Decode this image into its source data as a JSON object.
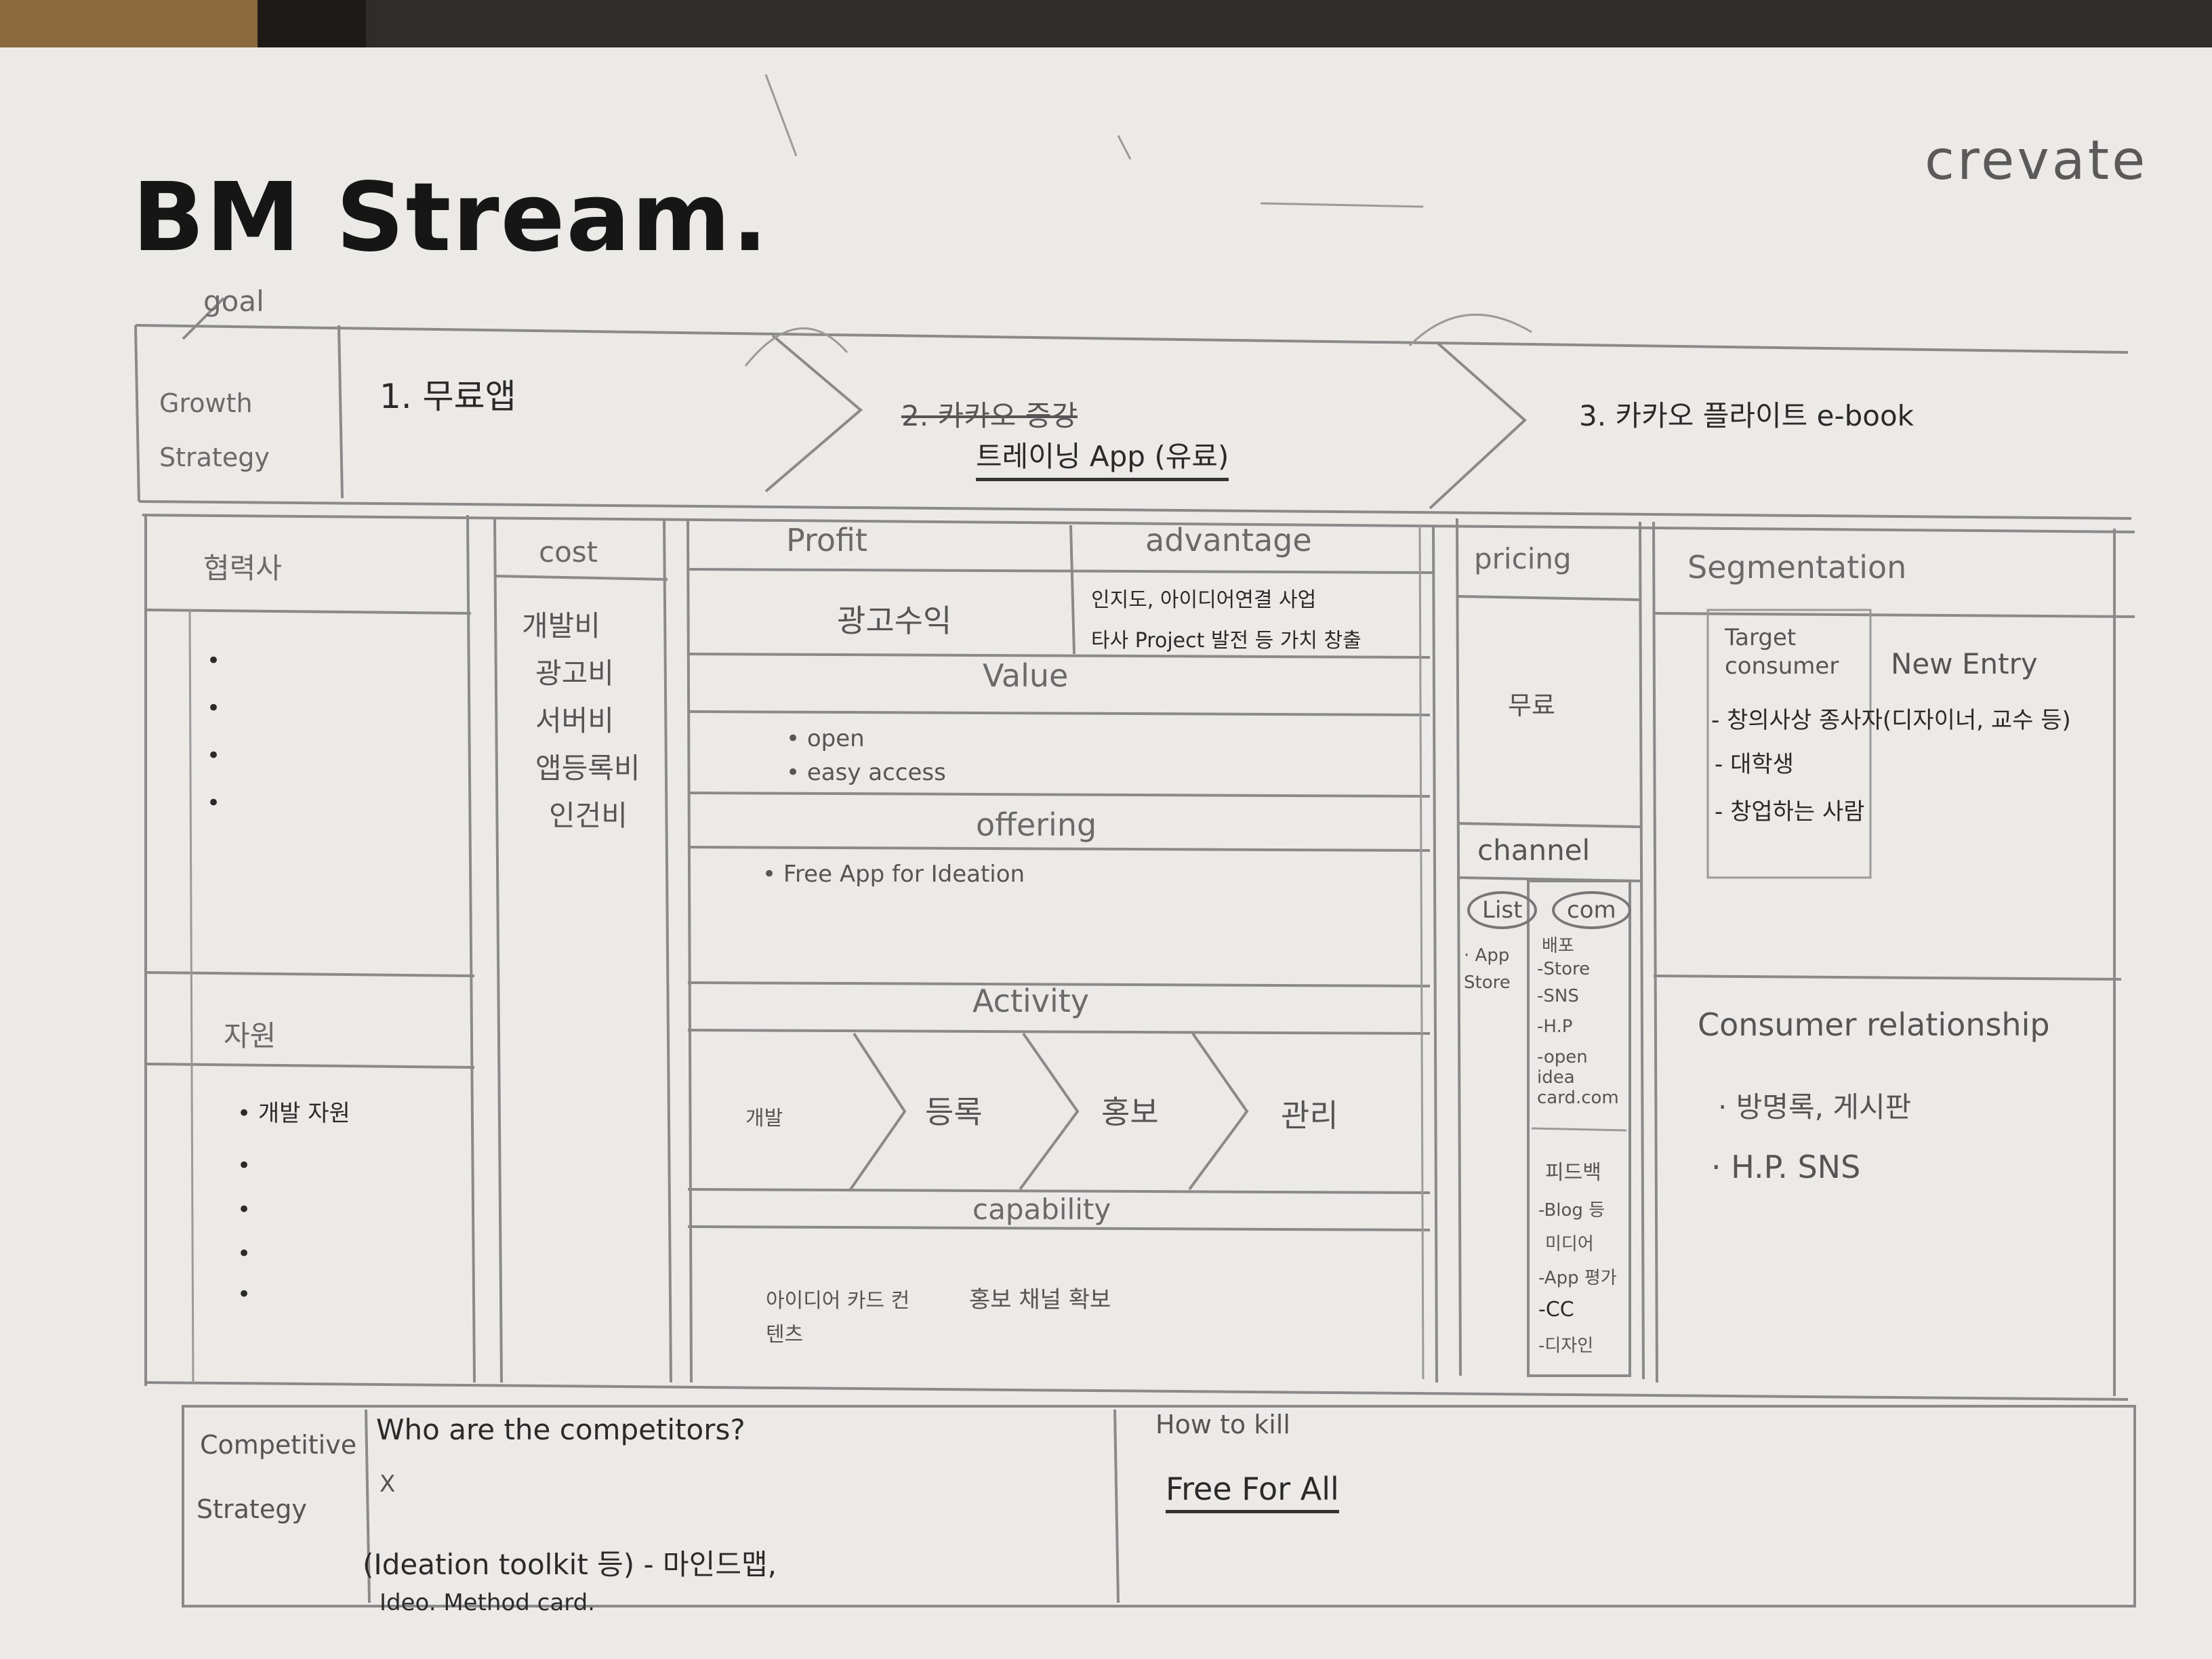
{
  "header": {
    "title": "BM Stream.",
    "logo": "crevate",
    "note": "goal"
  },
  "growth_strategy": {
    "label": "Growth Strategy",
    "steps": [
      {
        "label": "1. 무료앱"
      },
      {
        "label": "2. 카카오 증강",
        "detail": "트레이닝 App (유료)"
      },
      {
        "label": "3. 카카오 플라이트 e-book"
      }
    ]
  },
  "partners": {
    "title": "협력사",
    "bullets": [
      "•",
      "•",
      "•",
      "•"
    ]
  },
  "resources": {
    "title": "자원",
    "items": [
      "• 개발 자원",
      "•",
      "•",
      "•",
      "•"
    ]
  },
  "cost": {
    "title": "cost",
    "items": [
      "개발비",
      "광고비",
      "서버비",
      "앱등록비",
      "인건비"
    ]
  },
  "profit": {
    "title": "Profit",
    "text": "광고수익"
  },
  "advantage": {
    "title": "advantage",
    "text_line1": "인지도, 아이디어연결 사업",
    "text_line2": "타사 Project 발전 등 가치 창출"
  },
  "value": {
    "title": "Value",
    "items": [
      "• open",
      "• easy access"
    ]
  },
  "offering": {
    "title": "offering",
    "items": [
      "• Free App for Ideation"
    ]
  },
  "activity": {
    "title": "Activity",
    "steps": [
      "개발",
      "등록",
      "홍보",
      "관리"
    ]
  },
  "capability": {
    "title": "capability",
    "items": [
      "아이디어 카드 컨텐츠",
      "홍보 채널 확보"
    ]
  },
  "pricing": {
    "title": "pricing",
    "value": "무료"
  },
  "channel": {
    "title": "channel",
    "list_label": "List",
    "com_label": "com",
    "list_items": [
      "· App Store"
    ],
    "com_items": [
      "배포",
      "-Store",
      "-SNS",
      "-H.P",
      "-open idea card.com"
    ],
    "feedback_title": "피드백",
    "feedback_items": [
      "-Blog 등",
      "미디어",
      "-App 평가",
      "-CC",
      "-디자인"
    ]
  },
  "segmentation": {
    "title": "Segmentation",
    "target_title": "Target consumer",
    "new_entry": "New Entry",
    "items": [
      "- 창의사상 종사자(디자이너, 교수 등)",
      "- 대학생",
      "- 창업하는 사람"
    ]
  },
  "consumer_relationship": {
    "title": "Consumer relationship",
    "items": [
      "· 방명록, 게시판",
      "· H.P. SNS"
    ]
  },
  "competitive": {
    "label_line1": "Competitive",
    "label_line2": "Strategy",
    "question": "Who are the competitors?",
    "x_mark": "X",
    "line2": "(Ideation toolkit 등) - 마인드맵,",
    "line3": "Ideo. Method card.",
    "how_title": "How to kill",
    "how_answer": "Free For All"
  }
}
